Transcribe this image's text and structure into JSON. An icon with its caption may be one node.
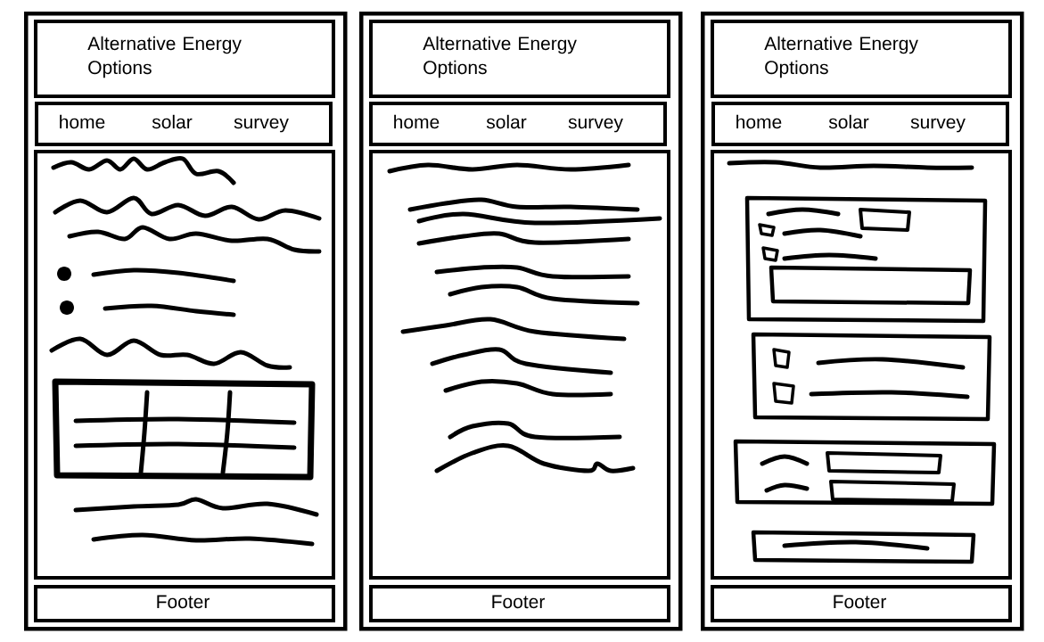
{
  "diagram": {
    "nodes": [
      {
        "text": [],
        "shape": "box"
      },
      {
        "text": [
          "Alternative Energy Options"
        ],
        "in": 0
      },
      {
        "text": [
          "home",
          "solar",
          "survey"
        ],
        "in": 0
      },
      {
        "text": [],
        "shape": "box",
        "in": 0
      },
      {
        "text": [
          "Footer"
        ],
        "in": 0
      },
      {
        "text": [],
        "shape": "box"
      },
      {
        "text": [
          "Alternative Energy Options"
        ],
        "in": 5
      },
      {
        "text": [
          "home",
          "solar",
          "survey"
        ],
        "in": 5
      },
      {
        "text": [],
        "shape": "box",
        "in": 5
      },
      {
        "text": [
          "Footer"
        ],
        "in": 5
      },
      {
        "text": [],
        "shape": "box"
      },
      {
        "text": [
          "Alternative Energy Options"
        ],
        "in": 10
      },
      {
        "text": [
          "home",
          "solar",
          "survey"
        ],
        "in": 10
      },
      {
        "text": [],
        "shape": "box",
        "in": 10
      },
      {
        "text": [
          "Footer"
        ],
        "in": 10
      }
    ]
  }
}
